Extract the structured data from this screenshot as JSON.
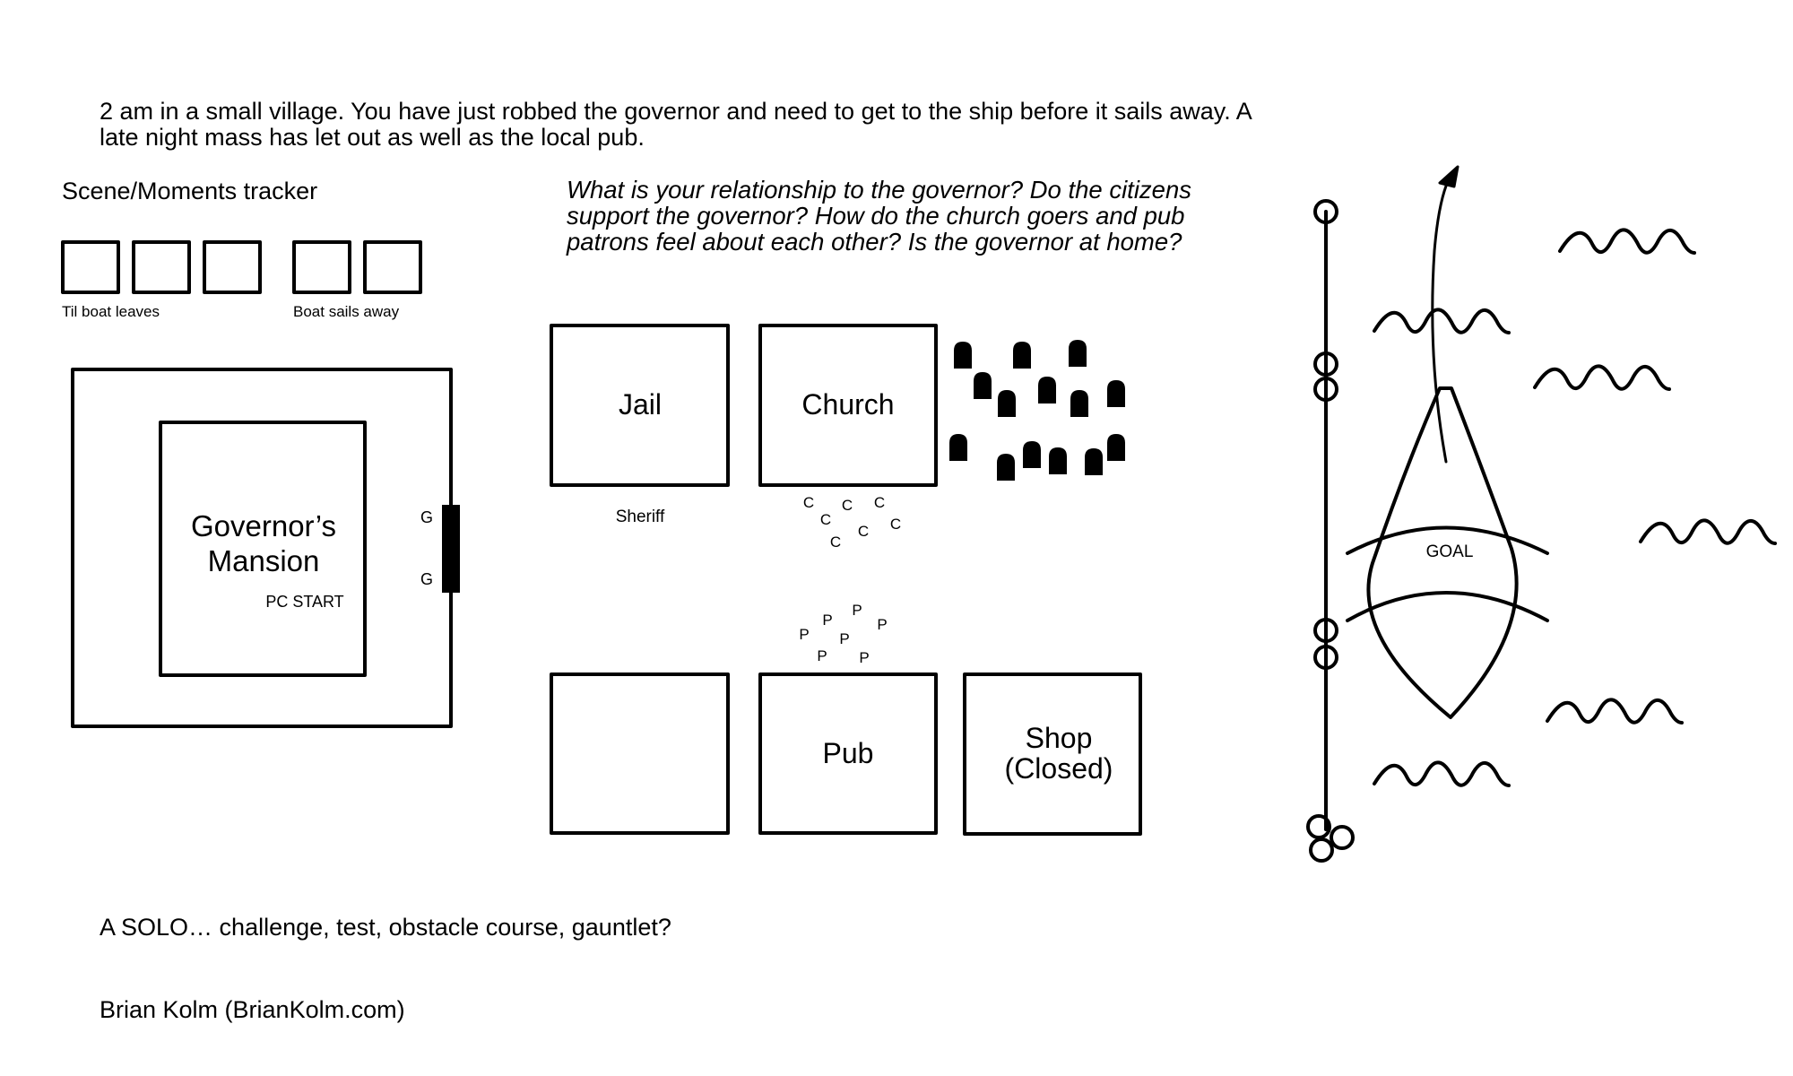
{
  "intro_text": "2 am in a small village. You have just robbed the governor and need to get to the ship before it sails away. A late night mass has let out as well as the local pub.",
  "tracker": {
    "title": "Scene/Moments tracker",
    "left_label": "Til boat leaves",
    "right_label": "Boat sails away",
    "left_boxes": 3,
    "right_boxes": 2
  },
  "questions": "What is your relationship to the governor? Do the citizens support the governor? How do the church goers and pub patrons feel about each other? Is the governor at home?",
  "mansion": {
    "title_line1": "Governor’s",
    "title_line2": "Mansion",
    "start_label": "PC START",
    "guard_marker": "G"
  },
  "buildings": {
    "jail": "Jail",
    "church": "Church",
    "pub": "Pub",
    "shop_line1": "Shop",
    "shop_line2": "(Closed)"
  },
  "sheriff_label": "Sheriff",
  "church_goer_marker": "C",
  "pub_patron_marker": "P",
  "goal_label": "GOAL",
  "footer": {
    "tagline": "A SOLO… challenge, test, obstacle course, gauntlet?",
    "credit": "Brian Kolm (BrianKolm.com)"
  }
}
